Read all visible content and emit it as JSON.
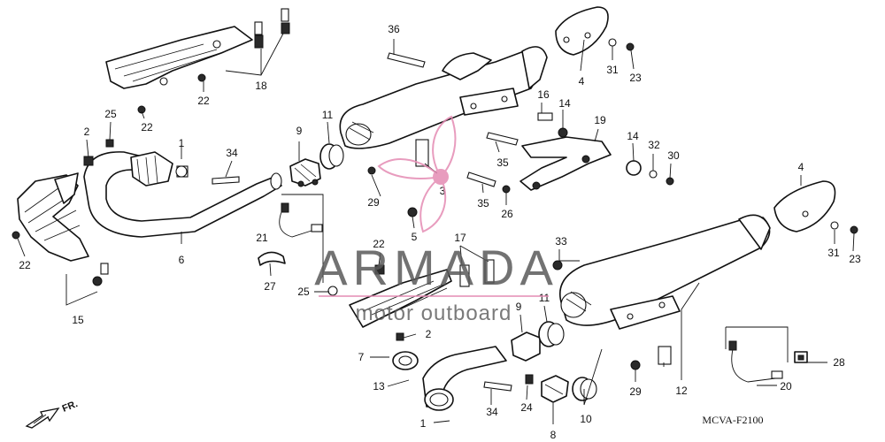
{
  "diagram": {
    "code": "MCVA-F2100",
    "front_label": "FR.",
    "callouts": [
      "1",
      "2",
      "3",
      "4",
      "5",
      "6",
      "7",
      "8",
      "9",
      "10",
      "11",
      "12",
      "13",
      "14",
      "15",
      "16",
      "17",
      "18",
      "19",
      "20",
      "21",
      "22",
      "23",
      "24",
      "25",
      "26",
      "27",
      "28",
      "29",
      "30",
      "31",
      "32",
      "33",
      "34",
      "35",
      "36"
    ]
  },
  "watermark": {
    "brand": "ARMADA",
    "tagline": "motor outboard"
  }
}
